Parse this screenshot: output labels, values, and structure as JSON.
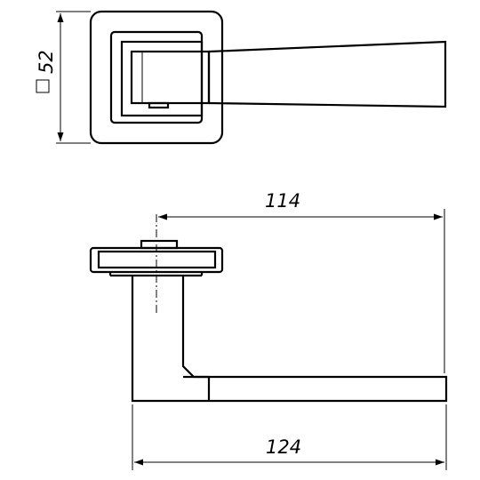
{
  "dimensions": {
    "rose_side": "52",
    "rose_side_symbol": "□",
    "lever_length_from_axis": "114",
    "overall_length": "124"
  }
}
